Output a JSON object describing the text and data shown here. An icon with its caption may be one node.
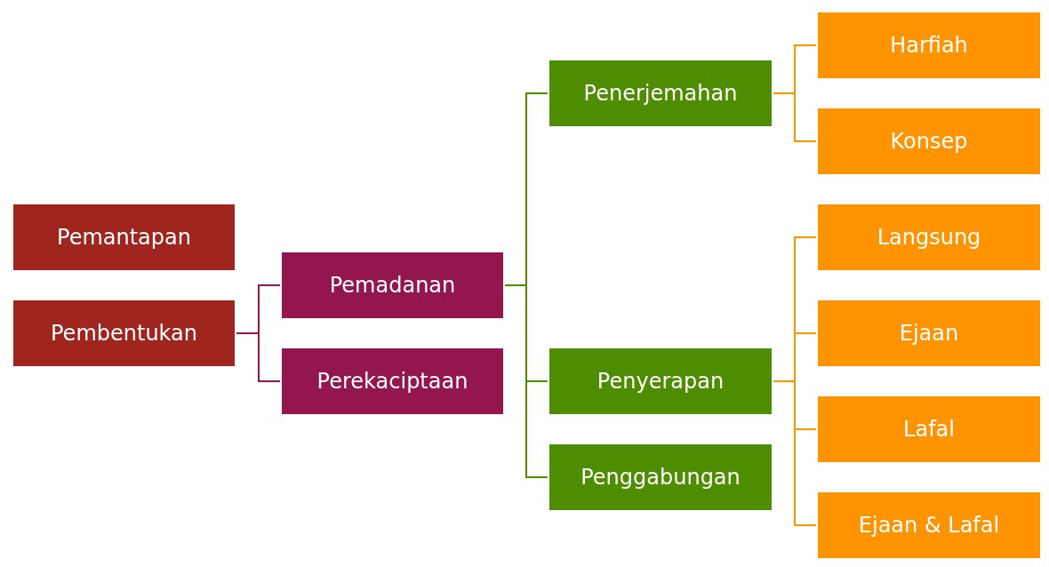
{
  "diagram": {
    "nodes": [
      {
        "text": [
          "Pemantapan"
        ]
      },
      {
        "text": [
          "Pembentukan"
        ]
      },
      {
        "text": [
          "Pemadanan"
        ]
      },
      {
        "text": [
          "Perekaciptaan"
        ]
      },
      {
        "text": [
          "Penerjemahan"
        ]
      },
      {
        "text": [
          "Penyerapan"
        ]
      },
      {
        "text": [
          "Penggabungan"
        ]
      },
      {
        "text": [
          "Harfiah"
        ]
      },
      {
        "text": [
          "Konsep"
        ]
      },
      {
        "text": [
          "Langsung"
        ]
      },
      {
        "text": [
          "Ejaan"
        ]
      },
      {
        "text": [
          "Lafal"
        ]
      },
      {
        "text": [
          "Ejaan & Lafal"
        ]
      }
    ],
    "edges": [
      {
        "from": 1,
        "to": 2,
        "arrow": "none",
        "color": "#93174e"
      },
      {
        "from": 1,
        "to": 3,
        "arrow": "none",
        "color": "#93174e"
      },
      {
        "from": 2,
        "to": 4,
        "arrow": "none",
        "color": "#4e8c00"
      },
      {
        "from": 2,
        "to": 5,
        "arrow": "none",
        "color": "#4e8c00"
      },
      {
        "from": 2,
        "to": 6,
        "arrow": "none",
        "color": "#4e8c00"
      },
      {
        "from": 4,
        "to": 7,
        "arrow": "none"
      },
      {
        "from": 4,
        "to": 8,
        "arrow": "none"
      },
      {
        "from": 5,
        "to": 9,
        "arrow": "none"
      },
      {
        "from": 5,
        "to": 10,
        "arrow": "none"
      },
      {
        "from": 5,
        "to": 11,
        "arrow": "none"
      },
      {
        "from": 5,
        "to": 12,
        "arrow": "none"
      }
    ]
  }
}
